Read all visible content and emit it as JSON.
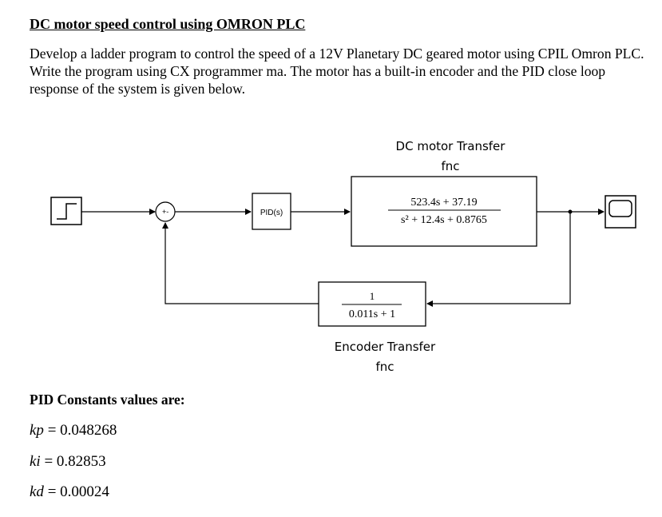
{
  "document": {
    "title": "DC motor speed control using OMRON PLC",
    "intro": "Develop a ladder program to control the speed of a 12V Planetary DC geared motor using CPIL Omron PLC. Write the program using CX programmer ma. The motor has a built-in encoder and the PID close loop response of the system is given below."
  },
  "diagram": {
    "plant_label_line1": "DC motor Transfer",
    "plant_label_line2": "fnc",
    "plant_numerator": "523.4s + 37.19",
    "plant_denominator": "s² + 12.4s + 0.8765",
    "pid_block_label": "PID(s)",
    "sum_signs": "+-",
    "encoder_numerator": "1",
    "encoder_denominator": "0.011s + 1",
    "encoder_label_line1": "Encoder Transfer",
    "encoder_label_line2": "fnc",
    "step_icon": "step-source-icon",
    "scope_icon": "scope-icon"
  },
  "pid": {
    "heading": "PID Constants values are:",
    "constants": [
      {
        "name": "kp",
        "value": "= 0.048268"
      },
      {
        "name": "ki",
        "value": "= 0.82853"
      },
      {
        "name": "kd",
        "value": "= 0.00024"
      }
    ]
  }
}
